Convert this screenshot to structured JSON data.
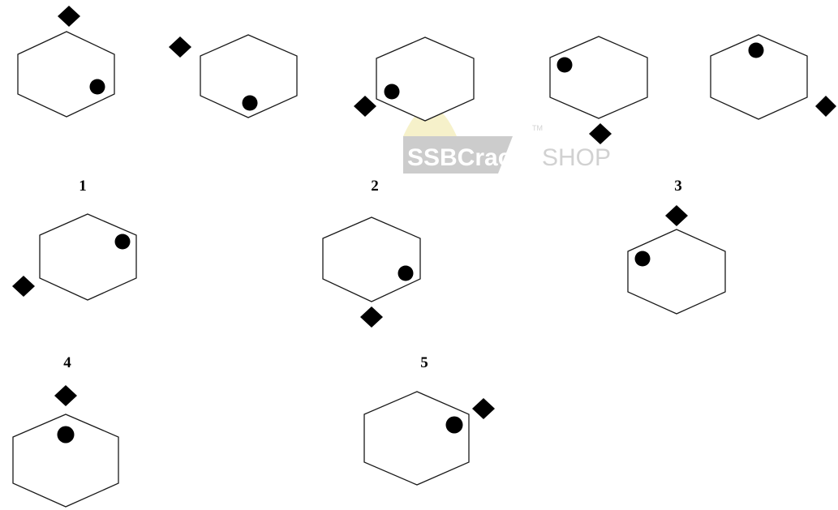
{
  "question_figures": [
    {
      "dot": "lower-right",
      "diamond": "top"
    },
    {
      "dot": "bottom",
      "diamond": "upper-left"
    },
    {
      "dot": "lower-left",
      "diamond": "lower-left"
    },
    {
      "dot": "upper-left",
      "diamond": "bottom"
    },
    {
      "dot": "top",
      "diamond": "lower-right"
    }
  ],
  "answer_figures": [
    {
      "label": "1",
      "dot": "upper-right",
      "diamond": "lower-left"
    },
    {
      "label": "2",
      "dot": "lower-right",
      "diamond": "bottom"
    },
    {
      "label": "3",
      "dot": "upper-left",
      "diamond": "top"
    },
    {
      "label": "4",
      "dot": "top",
      "diamond": "top"
    },
    {
      "label": "5",
      "dot": "upper-right",
      "diamond": "upper-right"
    }
  ],
  "watermark": {
    "brand": "SSBCrack",
    "suffix": "SHOP",
    "tm": "TM",
    "color": "#7d7d7d"
  },
  "colors": {
    "stroke": "#1a1a1a",
    "marker": "#000000"
  }
}
